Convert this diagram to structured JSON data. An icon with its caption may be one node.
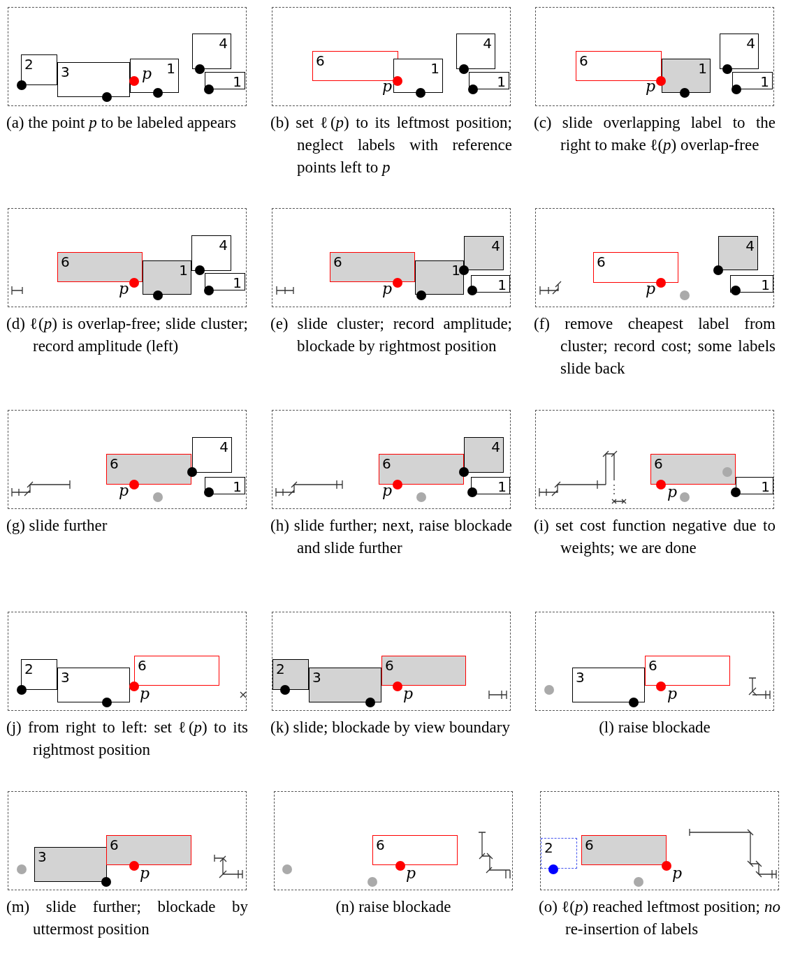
{
  "diagram": {
    "nodes": [
      {
        "text": [
          "(a) the point *p* to be labeled appears"
        ]
      },
      {
        "text": [
          "2"
        ],
        "in": 0
      },
      {
        "text": [
          "3"
        ],
        "in": 0
      },
      {
        "text": [
          "1"
        ],
        "in": 0
      },
      {
        "text": [
          "4"
        ],
        "in": 0
      },
      {
        "text": [
          "1"
        ],
        "in": 0
      },
      {
        "text": [
          "(b) set ℓ(*p*) to its leftmost position; neglect labels with reference points left to *p*"
        ]
      },
      {
        "text": [
          "6"
        ],
        "in": 6
      },
      {
        "text": [
          "1"
        ],
        "in": 6
      },
      {
        "text": [
          "4"
        ],
        "in": 6
      },
      {
        "text": [
          "1"
        ],
        "in": 6
      },
      {
        "text": [
          "(c) slide overlapping label to the right to make ℓ(*p*) overlap-free"
        ]
      },
      {
        "text": [
          "6"
        ],
        "in": 11
      },
      {
        "text": [
          "1"
        ],
        "in": 11
      },
      {
        "text": [
          "4"
        ],
        "in": 11
      },
      {
        "text": [
          "1"
        ],
        "in": 11
      },
      {
        "text": [
          "(d) ℓ(*p*) is overlap-free; slide cluster; record amplitude (left)"
        ]
      },
      {
        "text": [
          "6"
        ],
        "in": 16
      },
      {
        "text": [
          "1"
        ],
        "in": 16
      },
      {
        "text": [
          "4"
        ],
        "in": 16
      },
      {
        "text": [
          "1"
        ],
        "in": 16
      },
      {
        "text": [
          "(e) slide cluster; record amplitude; blockade by rightmost position"
        ]
      },
      {
        "text": [
          "6"
        ],
        "in": 21
      },
      {
        "text": [
          "1"
        ],
        "in": 21
      },
      {
        "text": [
          "4"
        ],
        "in": 21
      },
      {
        "text": [
          "1"
        ],
        "in": 21
      },
      {
        "text": [
          "(f) remove cheapest label from cluster; record cost; some labels slide back"
        ]
      },
      {
        "text": [
          "6"
        ],
        "in": 26
      },
      {
        "text": [
          "4"
        ],
        "in": 26
      },
      {
        "text": [
          "1"
        ],
        "in": 26
      },
      {
        "text": [
          "(g) slide further"
        ]
      },
      {
        "text": [
          "6"
        ],
        "in": 30
      },
      {
        "text": [
          "4"
        ],
        "in": 30
      },
      {
        "text": [
          "1"
        ],
        "in": 30
      },
      {
        "text": [
          "(h) slide further; next, raise blockade and slide further"
        ]
      },
      {
        "text": [
          "6"
        ],
        "in": 34
      },
      {
        "text": [
          "4"
        ],
        "in": 34
      },
      {
        "text": [
          "1"
        ],
        "in": 34
      },
      {
        "text": [
          "(i) set cost function negative due to weights; we are done"
        ]
      },
      {
        "text": [
          "6"
        ],
        "in": 38
      },
      {
        "text": [
          "1"
        ],
        "in": 38
      },
      {
        "text": [
          "(j) from right to left: set ℓ(*p*) to its rightmost position"
        ]
      },
      {
        "text": [
          "2"
        ],
        "in": 41
      },
      {
        "text": [
          "3"
        ],
        "in": 41
      },
      {
        "text": [
          "6"
        ],
        "in": 41
      },
      {
        "text": [
          "(k) slide; blockade by view boundary"
        ]
      },
      {
        "text": [
          "2"
        ],
        "in": 45
      },
      {
        "text": [
          "3"
        ],
        "in": 45
      },
      {
        "text": [
          "6"
        ],
        "in": 45
      },
      {
        "text": [
          "(l) raise blockade"
        ]
      },
      {
        "text": [
          "3"
        ],
        "in": 49
      },
      {
        "text": [
          "6"
        ],
        "in": 49
      },
      {
        "text": [
          "(m) slide further; blockade by uttermost position"
        ]
      },
      {
        "text": [
          "3"
        ],
        "in": 52
      },
      {
        "text": [
          "6"
        ],
        "in": 52
      },
      {
        "text": [
          "(n) raise blockade"
        ]
      },
      {
        "text": [
          "6"
        ],
        "in": 55
      },
      {
        "text": [
          "(o) ℓ(*p*) reached leftmost position; *no* re-insertion of labels"
        ]
      },
      {
        "text": [
          "2"
        ],
        "in": 57
      },
      {
        "text": [
          "6"
        ],
        "in": 57
      }
    ],
    "labels": [
      "p",
      "p",
      "p",
      "p",
      "p",
      "p",
      "p",
      "p",
      "p",
      "p",
      "p",
      "p",
      "p",
      "p",
      "p"
    ]
  }
}
